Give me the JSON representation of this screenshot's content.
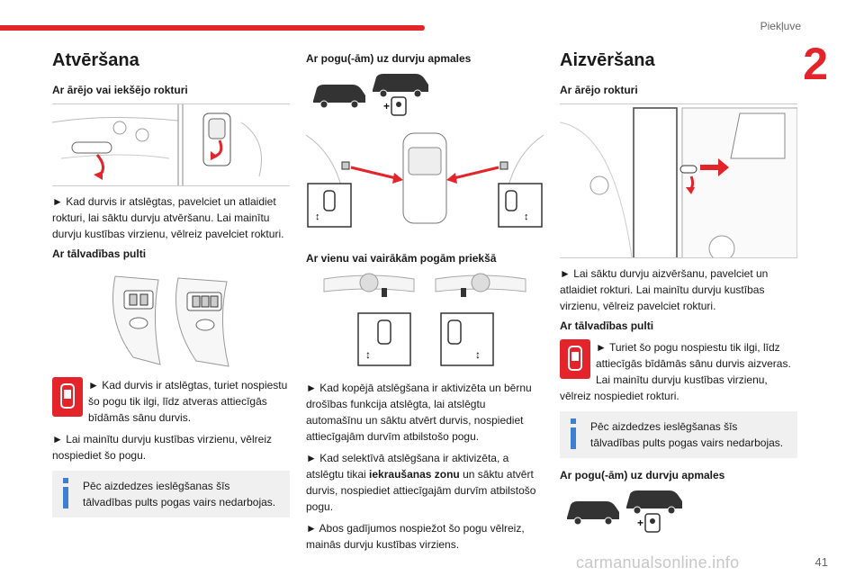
{
  "header": {
    "section": "Piekļuve",
    "chapter": "2"
  },
  "col1": {
    "title": "Atvēršana",
    "sub1": "Ar ārējo vai iekšējo rokturi",
    "para1": "► Kad durvis ir atslēgtas, pavelciet un atlaidiet rokturi, lai sāktu durvju atvēršanu. Lai mainītu durvju kustības virzienu, vēlreiz pavelciet rokturi.",
    "sub2": "Ar tālvadības pulti",
    "para2a": "► Kad durvis ir atslēgtas, turiet nospiestu šo pogu tik ilgi, līdz atveras attiecīgās bīdāmās sānu durvis.",
    "para2b": "► Lai mainītu durvju kustības virzienu, vēlreiz nospiediet šo pogu.",
    "info": "Pēc aizdedzes ieslēgšanas šīs tālvadības pults pogas vairs nedarbojas."
  },
  "col2": {
    "sub1": "Ar pogu(-ām) uz durvju apmales",
    "sub2": "Ar vienu vai vairākām pogām priekšā",
    "para1": "► Kad kopējā atslēgšana ir aktivizēta un bērnu drošības funkcija atslēgta, lai atslēgtu automašīnu un sāktu atvērt durvis, nospiediet attiecīgajām durvīm atbilstošo pogu.",
    "para2_pre": "► Kad selektīvā atslēgšana ir aktivizēta, a atslēgtu tikai ",
    "para2_bold": "iekraušanas zonu",
    "para2_post": " un sāktu atvērt durvis, nospiediet attiecīgajām durvīm atbilstošo pogu.",
    "para3": "► Abos gadījumos nospiežot šo pogu vēlreiz, mainās durvju kustības virziens."
  },
  "col3": {
    "title": "Aizvēršana",
    "sub1": "Ar ārējo rokturi",
    "para1": "► Lai sāktu durvju aizvēršanu, pavelciet un atlaidiet rokturi. Lai mainītu durvju kustības virzienu, vēlreiz pavelciet rokturi.",
    "sub2": "Ar tālvadības pulti",
    "para2": "► Turiet šo pogu nospiestu tik ilgi, līdz attiecīgās bīdāmās sānu durvis aizveras. Lai mainītu durvju kustības virzienu, vēlreiz nospiediet rokturi.",
    "info": "Pēc aizdedzes ieslēgšanas šīs tālvadības pults pogas vairs nedarbojas.",
    "sub3": "Ar pogu(-ām) uz durvju apmales"
  },
  "footer": {
    "page": "41",
    "watermark": "carmanualsonline.info"
  },
  "colors": {
    "accent": "#e3242b",
    "info_bar": "#3f7fd1",
    "info_bg": "#f0f0f0"
  }
}
